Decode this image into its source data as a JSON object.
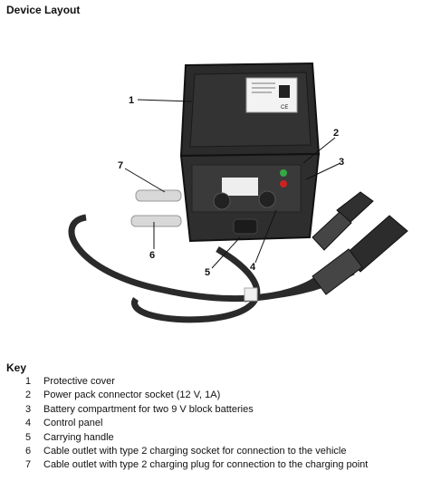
{
  "heading": "Device Layout",
  "figure": {
    "callouts": [
      "1",
      "2",
      "3",
      "7",
      "6",
      "5",
      "4"
    ],
    "lid_label_text": "CE"
  },
  "key": {
    "title": "Key",
    "items": [
      {
        "num": "1",
        "text": "Protective cover"
      },
      {
        "num": "2",
        "text": "Power pack connector socket (12 V, 1A)"
      },
      {
        "num": "3",
        "text": "Battery compartment for two 9 V block batteries"
      },
      {
        "num": "4",
        "text": "Control panel"
      },
      {
        "num": "5",
        "text": "Carrying handle"
      },
      {
        "num": "6",
        "text": "Cable outlet with type 2 charging socket for connection to the vehicle"
      },
      {
        "num": "7",
        "text": "Cable outlet with type 2 charging plug for connection to the charging point"
      }
    ]
  }
}
